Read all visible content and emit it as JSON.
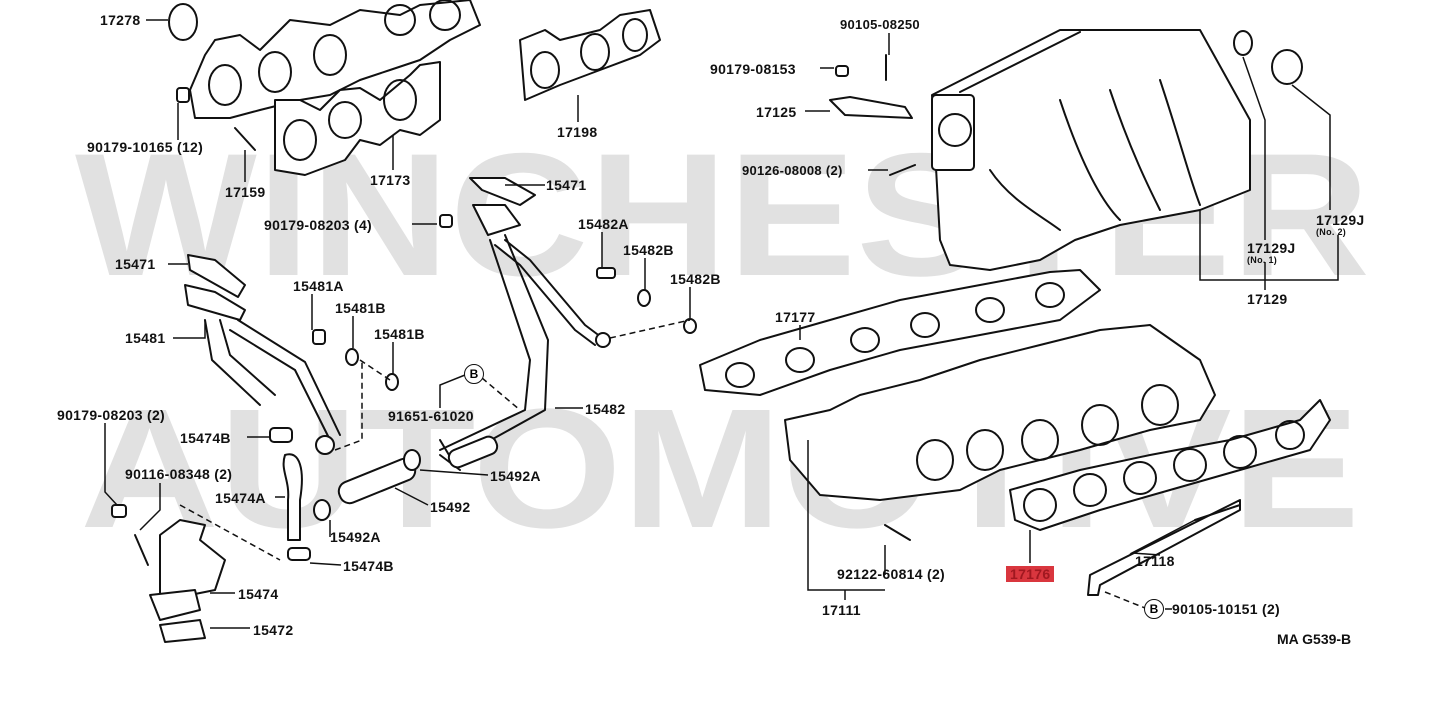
{
  "watermark": {
    "line1": "WINCHESTER",
    "line2": "AUTOMOTIVE"
  },
  "diagram_code": "MA G539-B",
  "highlight_color": "#d9363e",
  "reference_marker": "B",
  "labels": {
    "p17278": "17278",
    "p90179_10165": "90179-10165 (12)",
    "p17159": "17159",
    "p17173": "17173",
    "p17198": "17198",
    "p15471_top": "15471",
    "p90179_08203_4": "90179-08203 (4)",
    "p15482A": "15482A",
    "p15482B_1": "15482B",
    "p15482B_2": "15482B",
    "p15471_left": "15471",
    "p15481A": "15481A",
    "p15481B_1": "15481B",
    "p15481B_2": "15481B",
    "p15481": "15481",
    "p91651_61020": "91651-61020",
    "p15482": "15482",
    "p90179_08203_2": "90179-08203 (2)",
    "p15474B_1": "15474B",
    "p90116_08348": "90116-08348 (2)",
    "p15474A": "15474A",
    "p15492A_1": "15492A",
    "p15492": "15492",
    "p15492A_2": "15492A",
    "p15474B_2": "15474B",
    "p15474": "15474",
    "p15472": "15472",
    "p90105_08250": "90105-08250",
    "p90179_08153": "90179-08153",
    "p17125": "17125",
    "p90126_08008": "90126-08008 (2)",
    "p17129J_2": "17129J",
    "p17129J_2_sub": "(No. 2)",
    "p17129J_1": "17129J",
    "p17129J_1_sub": "(No. 1)",
    "p17129": "17129",
    "p17177": "17177",
    "p17118": "17118",
    "p92122_60814": "92122-60814 (2)",
    "p17176": "17176",
    "p17111": "17111",
    "p90105_10151": "90105-10151 (2)"
  }
}
